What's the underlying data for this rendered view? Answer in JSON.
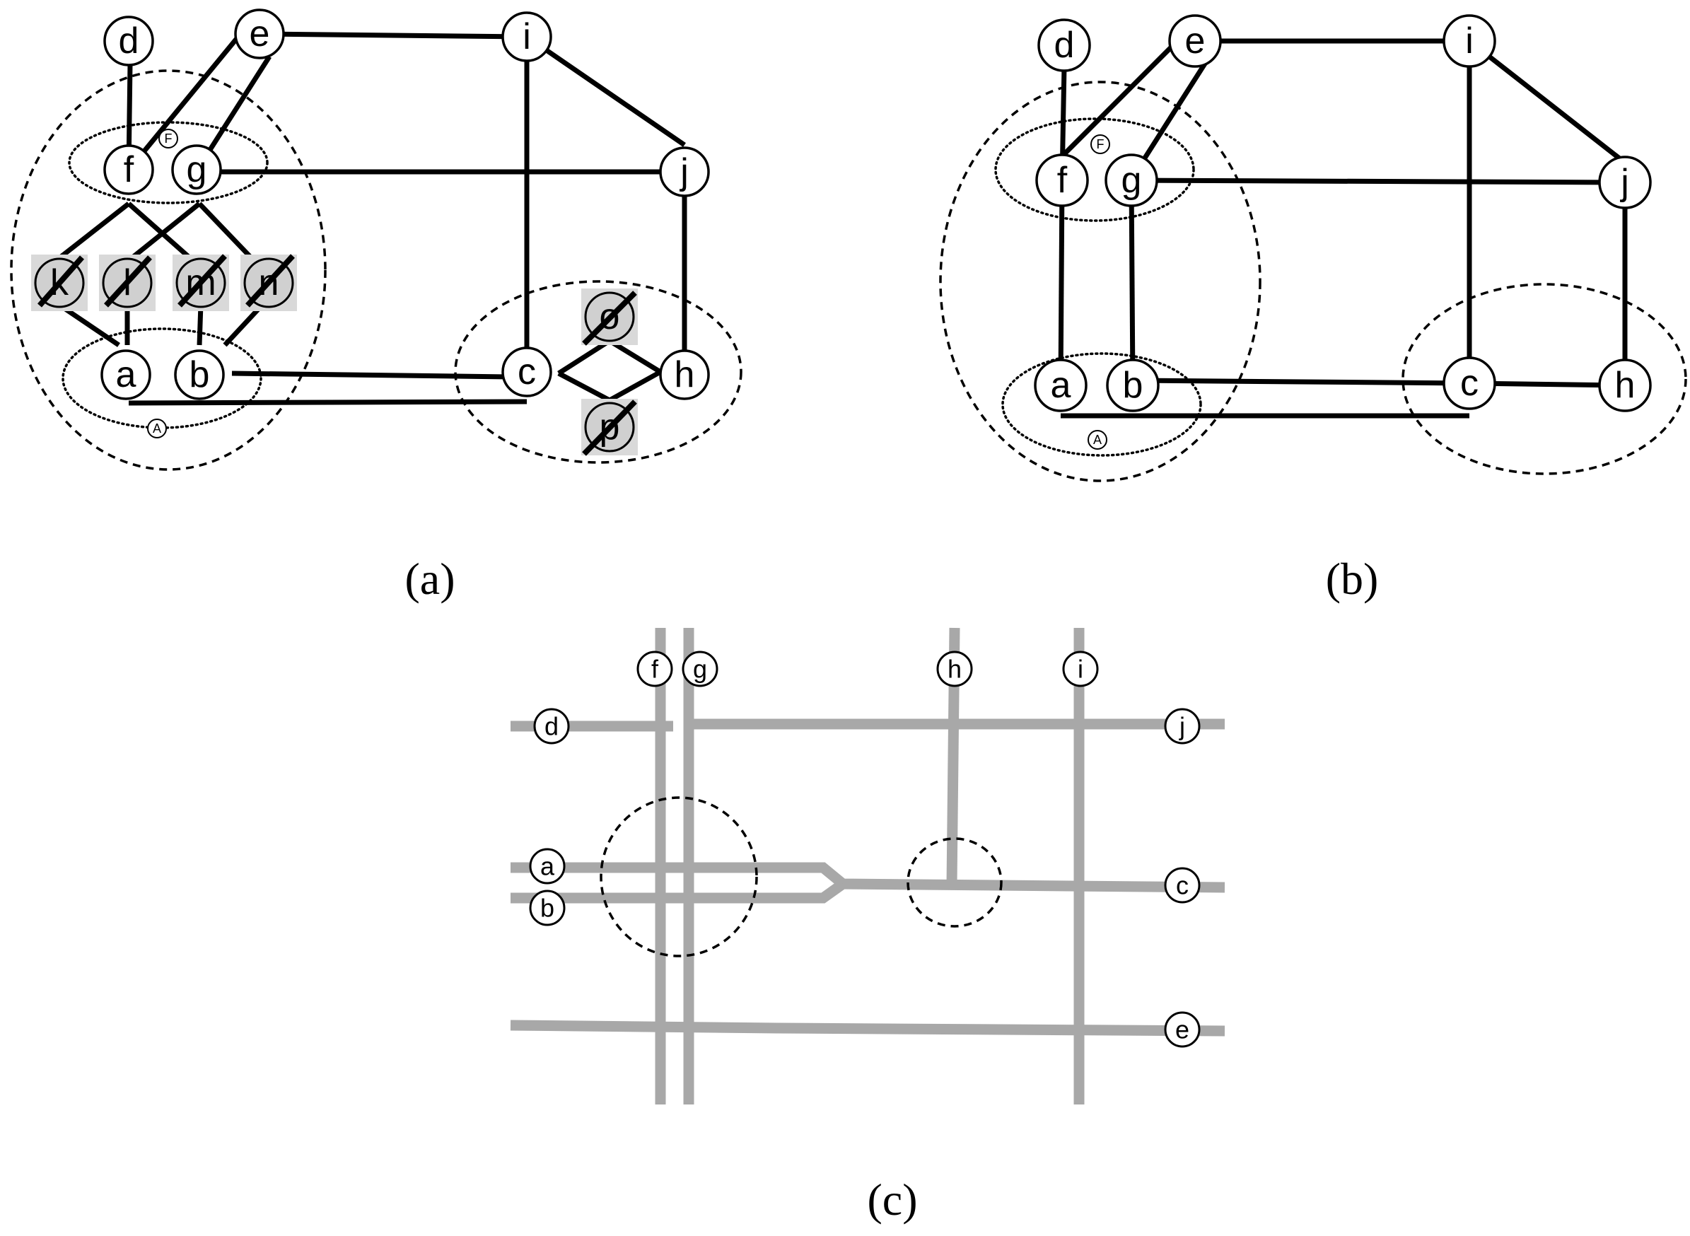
{
  "panels": {
    "a": {
      "caption": "(a)",
      "nodes": {
        "d": "d",
        "e": "e",
        "i": "i",
        "f": "f",
        "g": "g",
        "j": "j",
        "a": "a",
        "b": "b",
        "c": "c",
        "h": "h"
      },
      "removed_nodes": {
        "k": "k",
        "l": "l",
        "m": "m",
        "n": "n",
        "o": "o",
        "p": "p"
      },
      "group_labels": {
        "F": "F",
        "A": "A"
      }
    },
    "b": {
      "caption": "(b)",
      "nodes": {
        "d": "d",
        "e": "e",
        "i": "i",
        "f": "f",
        "g": "g",
        "j": "j",
        "a": "a",
        "b": "b",
        "c": "c",
        "h": "h"
      },
      "group_labels": {
        "F": "F",
        "A": "A"
      }
    },
    "c": {
      "caption": "(c)",
      "terminals": {
        "f": "f",
        "g": "g",
        "h": "h",
        "i": "i",
        "d": "d",
        "j": "j",
        "a": "a",
        "b": "b",
        "c": "c",
        "e": "e"
      }
    }
  }
}
